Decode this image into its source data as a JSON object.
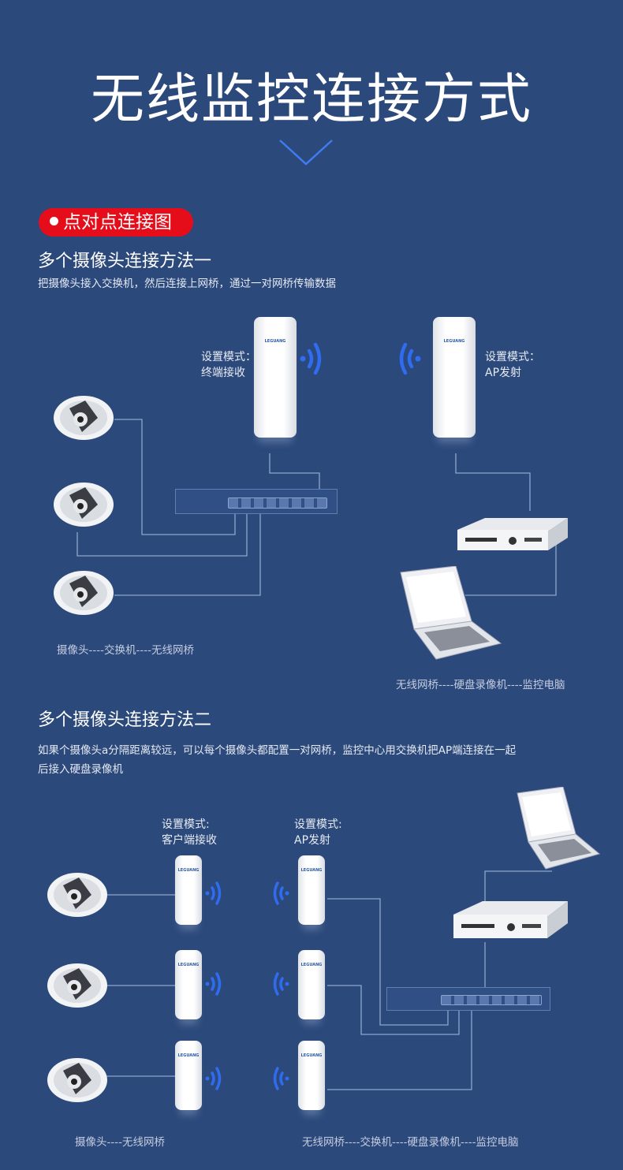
{
  "title": "无线监控连接方式",
  "badge": "点对点连接图",
  "brand_logo": "LEGUANG",
  "colors": {
    "background": "#2c497b",
    "badge": "#e60d1b",
    "wifi": "#2f6cf0"
  },
  "method1": {
    "heading": "多个摄像头连接方法一",
    "desc": "把摄像头接入交换机，然后连接上网桥，通过一对网桥传输数据",
    "left_mode_line1": "设置模式：",
    "left_mode_line2": "终端接收",
    "right_mode_line1": "设置模式：",
    "right_mode_line2": "AP发射",
    "caption_left": "摄像头----交换机----无线网桥",
    "caption_right": "无线网桥----硬盘录像机----监控电脑"
  },
  "method2": {
    "heading": "多个摄像头连接方法二",
    "desc_line1": "如果个摄像头a分隔距离较远，可以每个摄像头都配置一对网桥，监控中心用交换机把AP端连接在一起",
    "desc_line2": "后接入硬盘录像机",
    "left_mode_line1": "设置模式:",
    "left_mode_line2": "客户端接收",
    "right_mode_line1": "设置模式:",
    "right_mode_line2": "AP发射",
    "caption_left": "摄像头----无线网桥",
    "caption_right": "无线网桥----交换机----硬盘录像机----监控电脑"
  }
}
